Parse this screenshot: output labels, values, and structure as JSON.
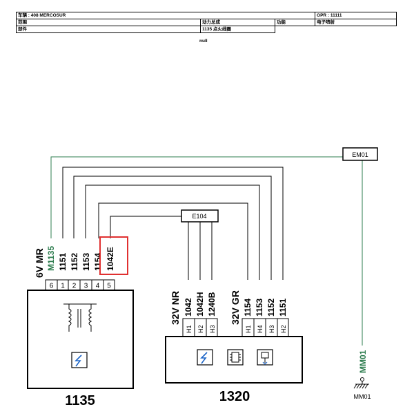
{
  "header": {
    "row1": {
      "vehicle": "车辆 : 408 MERCOSUR",
      "opr": "OPR : 11111"
    },
    "row2": {
      "range_label": "范围",
      "range_value": "动力总成",
      "function_label": "功能",
      "function_value": "电子喷射"
    },
    "row3": {
      "part_label": "部件",
      "part_value": "1135 点火线圈"
    },
    "null_text": "null"
  },
  "diagram": {
    "ground_box": "EM01",
    "splice_box": "E104",
    "left_component": {
      "id": "1135",
      "connector": "6V MR",
      "pins": [
        "6",
        "1",
        "2",
        "3",
        "4",
        "5"
      ],
      "wires": [
        "M1135",
        "1151",
        "1152",
        "1153",
        "1154",
        "1042E"
      ]
    },
    "right_component": {
      "id": "1320",
      "connector_a": "32V NR",
      "connector_b": "32V GR",
      "pins_a": [
        "H1",
        "H2",
        "H3"
      ],
      "wires_a": [
        "1042",
        "1042H",
        "1240B"
      ],
      "pins_b": [
        "H1",
        "H4",
        "H3",
        "H2"
      ],
      "wires_b": [
        "1154",
        "1153",
        "1152",
        "1151"
      ]
    },
    "ground_wire": "MM01",
    "ground_label": "MM01",
    "colors": {
      "ground_wire": "#2e7d4f",
      "highlight": "#e03030",
      "wire": "#000000"
    }
  }
}
